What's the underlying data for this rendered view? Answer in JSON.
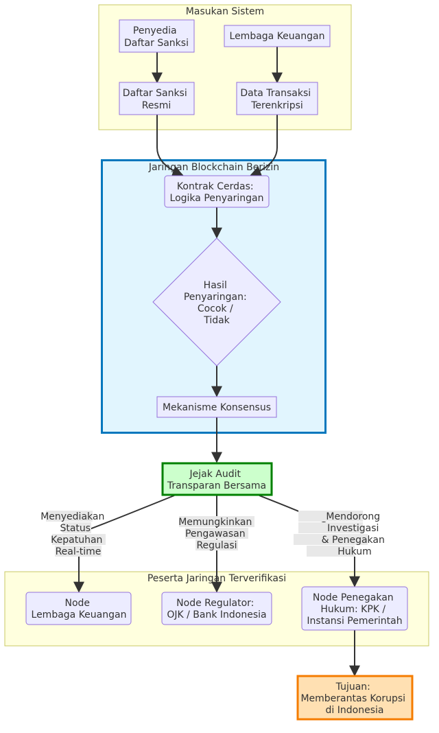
{
  "colors": {
    "node_fill": "#ececff",
    "node_stroke": "#9370db",
    "cluster_yellow_fill": "#ffffde",
    "cluster_yellow_stroke": "#c8c864",
    "cluster_blue_fill": "#e1f5fe",
    "cluster_blue_stroke": "#0277bd",
    "audit_fill": "#ccffcc",
    "audit_stroke": "#008000",
    "goal_fill": "#ffe0b2",
    "goal_stroke": "#f57c00",
    "edge": "#333333",
    "edge_label_bg": "#e8e8e8"
  },
  "clusters": {
    "input": {
      "label": "Masukan Sistem"
    },
    "blockchain": {
      "label": "Jaringan Blockchain Berizin"
    },
    "participants": {
      "label": "Peserta Jaringan Terverifikasi"
    }
  },
  "nodes": {
    "sanction_provider": {
      "lines": [
        "Penyedia",
        "Daftar Sanksi"
      ]
    },
    "financial_institution": {
      "lines": [
        "Lembaga Keuangan"
      ]
    },
    "official_sanction_list": {
      "lines": [
        "Daftar Sanksi",
        "Resmi"
      ]
    },
    "encrypted_transaction": {
      "lines": [
        "Data Transaksi",
        "Terenkripsi"
      ]
    },
    "smart_contract": {
      "lines": [
        "Kontrak Cerdas:",
        "Logika Penyaringan"
      ]
    },
    "screening_result": {
      "lines": [
        "Hasil",
        "Penyaringan:",
        "Cocok /",
        "Tidak"
      ]
    },
    "consensus": {
      "lines": [
        "Mekanisme Konsensus"
      ]
    },
    "audit_trail": {
      "lines": [
        "Jejak Audit",
        "Transparan Bersama"
      ]
    },
    "fi_node": {
      "lines": [
        "Node",
        "Lembaga Keuangan"
      ]
    },
    "regulator_node": {
      "lines": [
        "Node Regulator:",
        "OJK / Bank Indonesia"
      ]
    },
    "law_node": {
      "lines": [
        "Node Penegakan",
        "Hukum: KPK /",
        "Instansi Pemerintah"
      ]
    },
    "goal": {
      "lines": [
        "Tujuan:",
        "Memberantas Korupsi",
        "di Indonesia"
      ]
    }
  },
  "edge_labels": {
    "compliance": {
      "lines": [
        "Menyediakan",
        "Status",
        "Kepatuhan",
        "Real-time"
      ]
    },
    "oversight": {
      "lines": [
        "Memungkinkan",
        "Pengawasan",
        "Regulasi"
      ]
    },
    "enforcement": {
      "lines": [
        "Mendorong",
        "Investigasi",
        "& Penegakan",
        "Hukum"
      ]
    }
  }
}
